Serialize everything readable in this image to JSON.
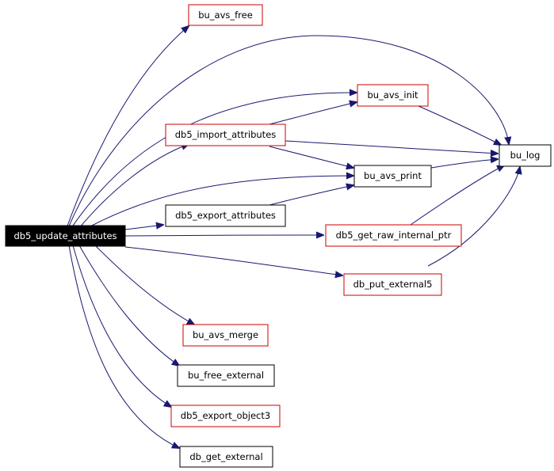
{
  "graph": {
    "root": "db5_update_attributes",
    "nodes": {
      "bu_avs_free": "bu_avs_free",
      "bu_avs_init": "bu_avs_init",
      "db5_import_attributes": "db5_import_attributes",
      "bu_log": "bu_log",
      "bu_avs_print": "bu_avs_print",
      "db5_export_attributes": "db5_export_attributes",
      "db5_update_attributes": "db5_update_attributes",
      "db5_get_raw_internal_ptr": "db5_get_raw_internal_ptr",
      "db_put_external5": "db_put_external5",
      "bu_avs_merge": "bu_avs_merge",
      "bu_free_external": "bu_free_external",
      "db5_export_object3": "db5_export_object3",
      "db_get_external": "db_get_external"
    },
    "colors": {
      "edge": "#191970",
      "documented_border": "#cc0000",
      "plain_border": "#000000",
      "root_fill": "#000000",
      "root_text": "#ffffff"
    }
  }
}
